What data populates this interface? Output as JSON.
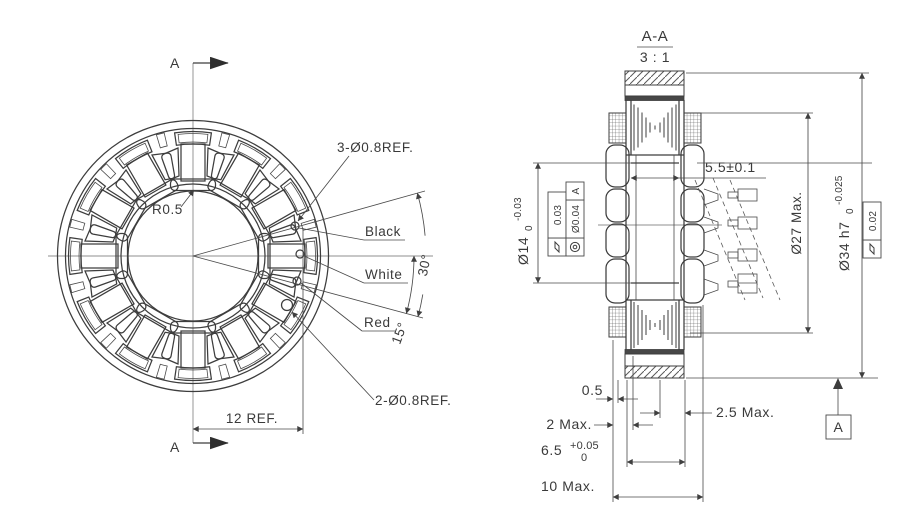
{
  "front": {
    "section_label_top": "A",
    "section_label_bottom": "A",
    "radius_label": "R0.5",
    "holes3_label": "3-Ø0.8REF.",
    "holes2_label": "2-Ø0.8REF.",
    "wire_labels": {
      "black": "Black",
      "white": "White",
      "red": "Red"
    },
    "angle_30": "30°",
    "angle_15": "15°",
    "pitch_label": "12 REF."
  },
  "section": {
    "title": "A-A",
    "scale": "3 : 1",
    "dim_bore_main": "Ø14",
    "dim_bore_tol_top": "-0.03",
    "dim_bore_tol_bottom": "0",
    "dim_tooth": "5.5±0.1",
    "dim_winding": "Ø27 Max.",
    "dim_outer_main": "Ø34 h7",
    "dim_outer_tol_top": "-0.025",
    "dim_outer_tol_bottom": "0",
    "dim_lip": "0.5",
    "dim_flange": "2 Max.",
    "dim_pin": "2.5 Max.",
    "dim_stack_main": "6.5",
    "dim_stack_tol_top": "+0.05",
    "dim_stack_tol_bottom": "0",
    "dim_overall": "10 Max.",
    "gdt_flatness_bore": "0.03",
    "gdt_concentricity": "Ø0.04",
    "gdt_concentricity_datum": "A",
    "gdt_flatness_outer": "0.02",
    "datum_label": "A"
  },
  "colors": {
    "line": "#3d3d3d",
    "dim": "#4a4a4a",
    "background": "#ffffff"
  }
}
